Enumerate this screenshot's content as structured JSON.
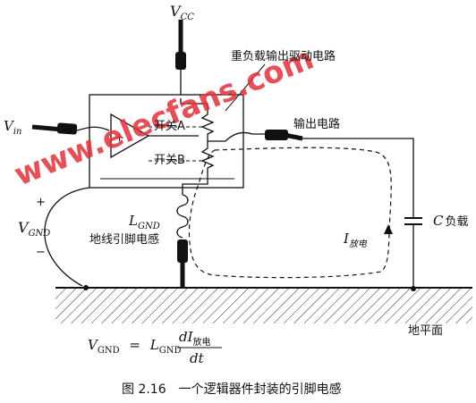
{
  "labels": {
    "vcc_main": "V",
    "vcc_sub": "CC",
    "vin_main": "V",
    "vin_sub": "in",
    "heavy_load": "重负载输出驱动电路",
    "switch_a": "开关A",
    "switch_b": "开关B",
    "output_circuit": "输出电路",
    "c_load_sym": "C",
    "c_load_text": "负载",
    "plus": "+",
    "minus": "−",
    "vgnd_main": "V",
    "vgnd_sub": "GND",
    "lgnd_main": "L",
    "lgnd_sub": "GND",
    "ground_pin_inductance": "地线引脚电感",
    "idis_main": "I",
    "idis_sub": "放电",
    "ground_plane": "地平面"
  },
  "equation": {
    "lhs_main": "V",
    "lhs_sub": "GND",
    "eq": "=",
    "l_main": "L",
    "l_sub": "GND",
    "num_d": "dI",
    "num_sub": "放电",
    "den": "dt"
  },
  "caption": "图 2.16　一个逻辑器件封装的引脚电感",
  "watermark": "www.elecfans.com",
  "colors": {
    "ink": "#111111",
    "watermark": "#e0303a"
  }
}
